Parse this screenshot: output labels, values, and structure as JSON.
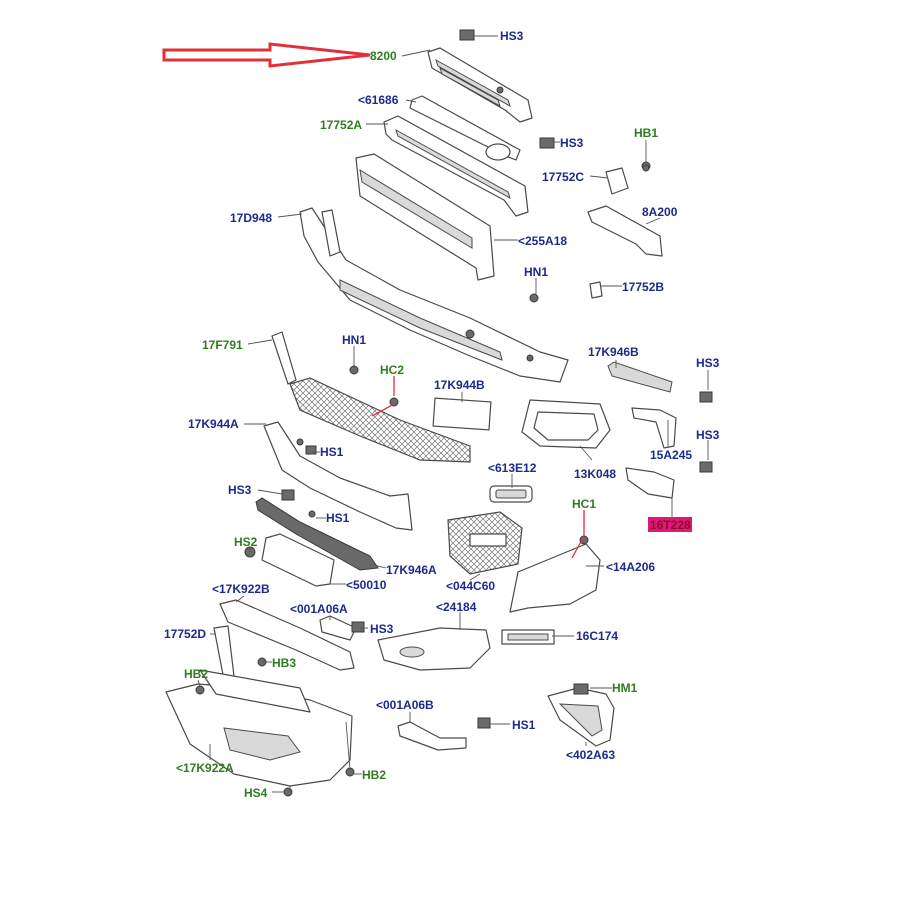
{
  "colors": {
    "label_blue": "#1c2a8c",
    "label_green": "#2f7d1e",
    "highlight_fill": "#e0177a",
    "highlight_text": "#8a0f1e",
    "arrow_red": "#e0303a"
  },
  "labels": [
    {
      "text": "HS3",
      "color": "blue"
    },
    {
      "text": "8200",
      "color": "green"
    },
    {
      "text": "<61686",
      "color": "blue"
    },
    {
      "text": "17752A",
      "color": "green"
    },
    {
      "text": "HS3",
      "color": "blue"
    },
    {
      "text": "HB1",
      "color": "green"
    },
    {
      "text": "17752C",
      "color": "blue"
    },
    {
      "text": "17D948",
      "color": "blue"
    },
    {
      "text": "8A200",
      "color": "blue"
    },
    {
      "text": "<255A18",
      "color": "blue"
    },
    {
      "text": "HN1",
      "color": "blue"
    },
    {
      "text": "17752B",
      "color": "blue"
    },
    {
      "text": "17F791",
      "color": "green"
    },
    {
      "text": "HN1",
      "color": "blue"
    },
    {
      "text": "17K946B",
      "color": "blue"
    },
    {
      "text": "HC2",
      "color": "green"
    },
    {
      "text": "17K944B",
      "color": "blue"
    },
    {
      "text": "HS3",
      "color": "blue"
    },
    {
      "text": "17K944A",
      "color": "blue"
    },
    {
      "text": "HS3",
      "color": "blue"
    },
    {
      "text": "HS1",
      "color": "blue"
    },
    {
      "text": "15A245",
      "color": "blue"
    },
    {
      "text": "<613E12",
      "color": "blue"
    },
    {
      "text": "13K048",
      "color": "blue"
    },
    {
      "text": "HS3",
      "color": "blue"
    },
    {
      "text": "HC1",
      "color": "green"
    },
    {
      "text": "HS1",
      "color": "blue"
    },
    {
      "text": "16T228",
      "color": "highlight"
    },
    {
      "text": "HS2",
      "color": "green"
    },
    {
      "text": "17K946A",
      "color": "blue"
    },
    {
      "text": "<14A206",
      "color": "blue"
    },
    {
      "text": "<50010",
      "color": "blue"
    },
    {
      "text": "<044C60",
      "color": "blue"
    },
    {
      "text": "<17K922B",
      "color": "blue"
    },
    {
      "text": "<001A06A",
      "color": "blue"
    },
    {
      "text": "<24184",
      "color": "blue"
    },
    {
      "text": "HS3",
      "color": "blue"
    },
    {
      "text": "17752D",
      "color": "blue"
    },
    {
      "text": "16C174",
      "color": "blue"
    },
    {
      "text": "HB3",
      "color": "green"
    },
    {
      "text": "HB2",
      "color": "green"
    },
    {
      "text": "HM1",
      "color": "green"
    },
    {
      "text": "<001A06B",
      "color": "blue"
    },
    {
      "text": "HS1",
      "color": "blue"
    },
    {
      "text": "<402A63",
      "color": "blue"
    },
    {
      "text": "<17K922A",
      "color": "green"
    },
    {
      "text": "HB2",
      "color": "green"
    },
    {
      "text": "HS4",
      "color": "green"
    }
  ]
}
